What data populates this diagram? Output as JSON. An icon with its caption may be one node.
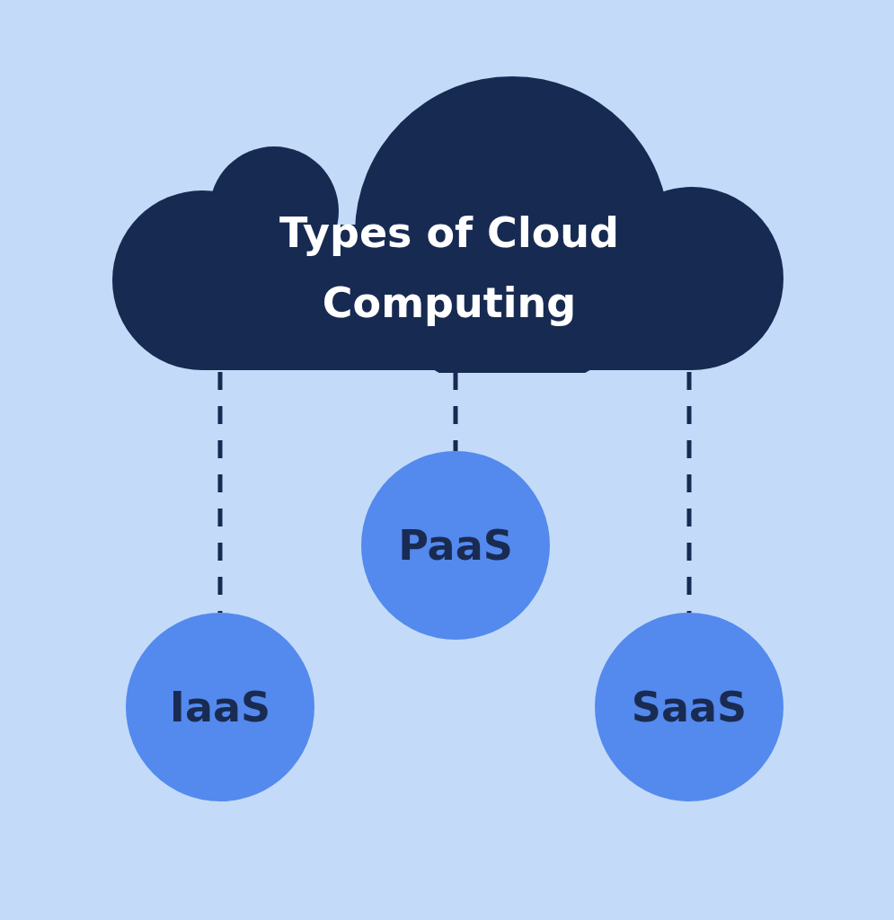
{
  "diagram": {
    "nodes": [
      {
        "text": [
          "Types of Cloud Computing"
        ]
      },
      {
        "text": [
          "IaaS"
        ]
      },
      {
        "text": [
          "PaaS"
        ]
      },
      {
        "text": [
          "SaaS"
        ]
      }
    ],
    "edges": [
      {
        "from": 0,
        "to": 1,
        "arrow": "none",
        "style": "dashed"
      },
      {
        "from": 0,
        "to": 2,
        "arrow": "none",
        "style": "dashed"
      },
      {
        "from": 0,
        "to": 3,
        "arrow": "none",
        "style": "dashed"
      }
    ]
  }
}
